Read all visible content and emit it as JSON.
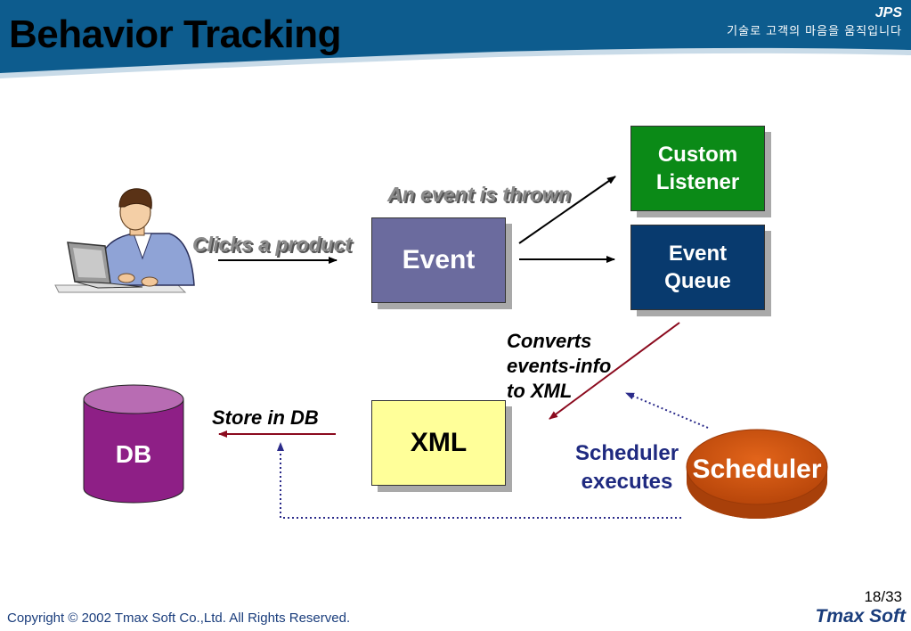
{
  "header": {
    "title": "Behavior Tracking",
    "brand": "JPS",
    "slogan": "기술로 고객의 마음을 움직입니다"
  },
  "diagram": {
    "nodes": {
      "event": "Event",
      "custom_listener": [
        "Custom",
        "Listener"
      ],
      "event_queue": [
        "Event",
        "Queue"
      ],
      "xml": "XML",
      "db": "DB",
      "scheduler": "Scheduler"
    },
    "labels": {
      "clicks_product": "Clicks a product",
      "event_thrown": "An event is thrown",
      "converts": [
        "Converts",
        "events-info",
        "to XML"
      ],
      "store_db": "Store in DB",
      "scheduler_executes": [
        "Scheduler",
        "executes"
      ]
    },
    "colors": {
      "header_blue": "#0d5c8e",
      "event": "#6b6b9e",
      "custom_listener": "#0b8a17",
      "event_queue": "#083a6e",
      "xml": "#ffff99",
      "db": "#8e1f86",
      "scheduler": "#c94f0c",
      "dark_red_arrow": "#8b0a1e",
      "dotted_arrow": "#2b2b8a"
    }
  },
  "footer": {
    "copyright": "Copyright © 2002 Tmax Soft Co.,Ltd. All Rights Reserved.",
    "page": "18/33",
    "logo": "Tmax Soft"
  }
}
